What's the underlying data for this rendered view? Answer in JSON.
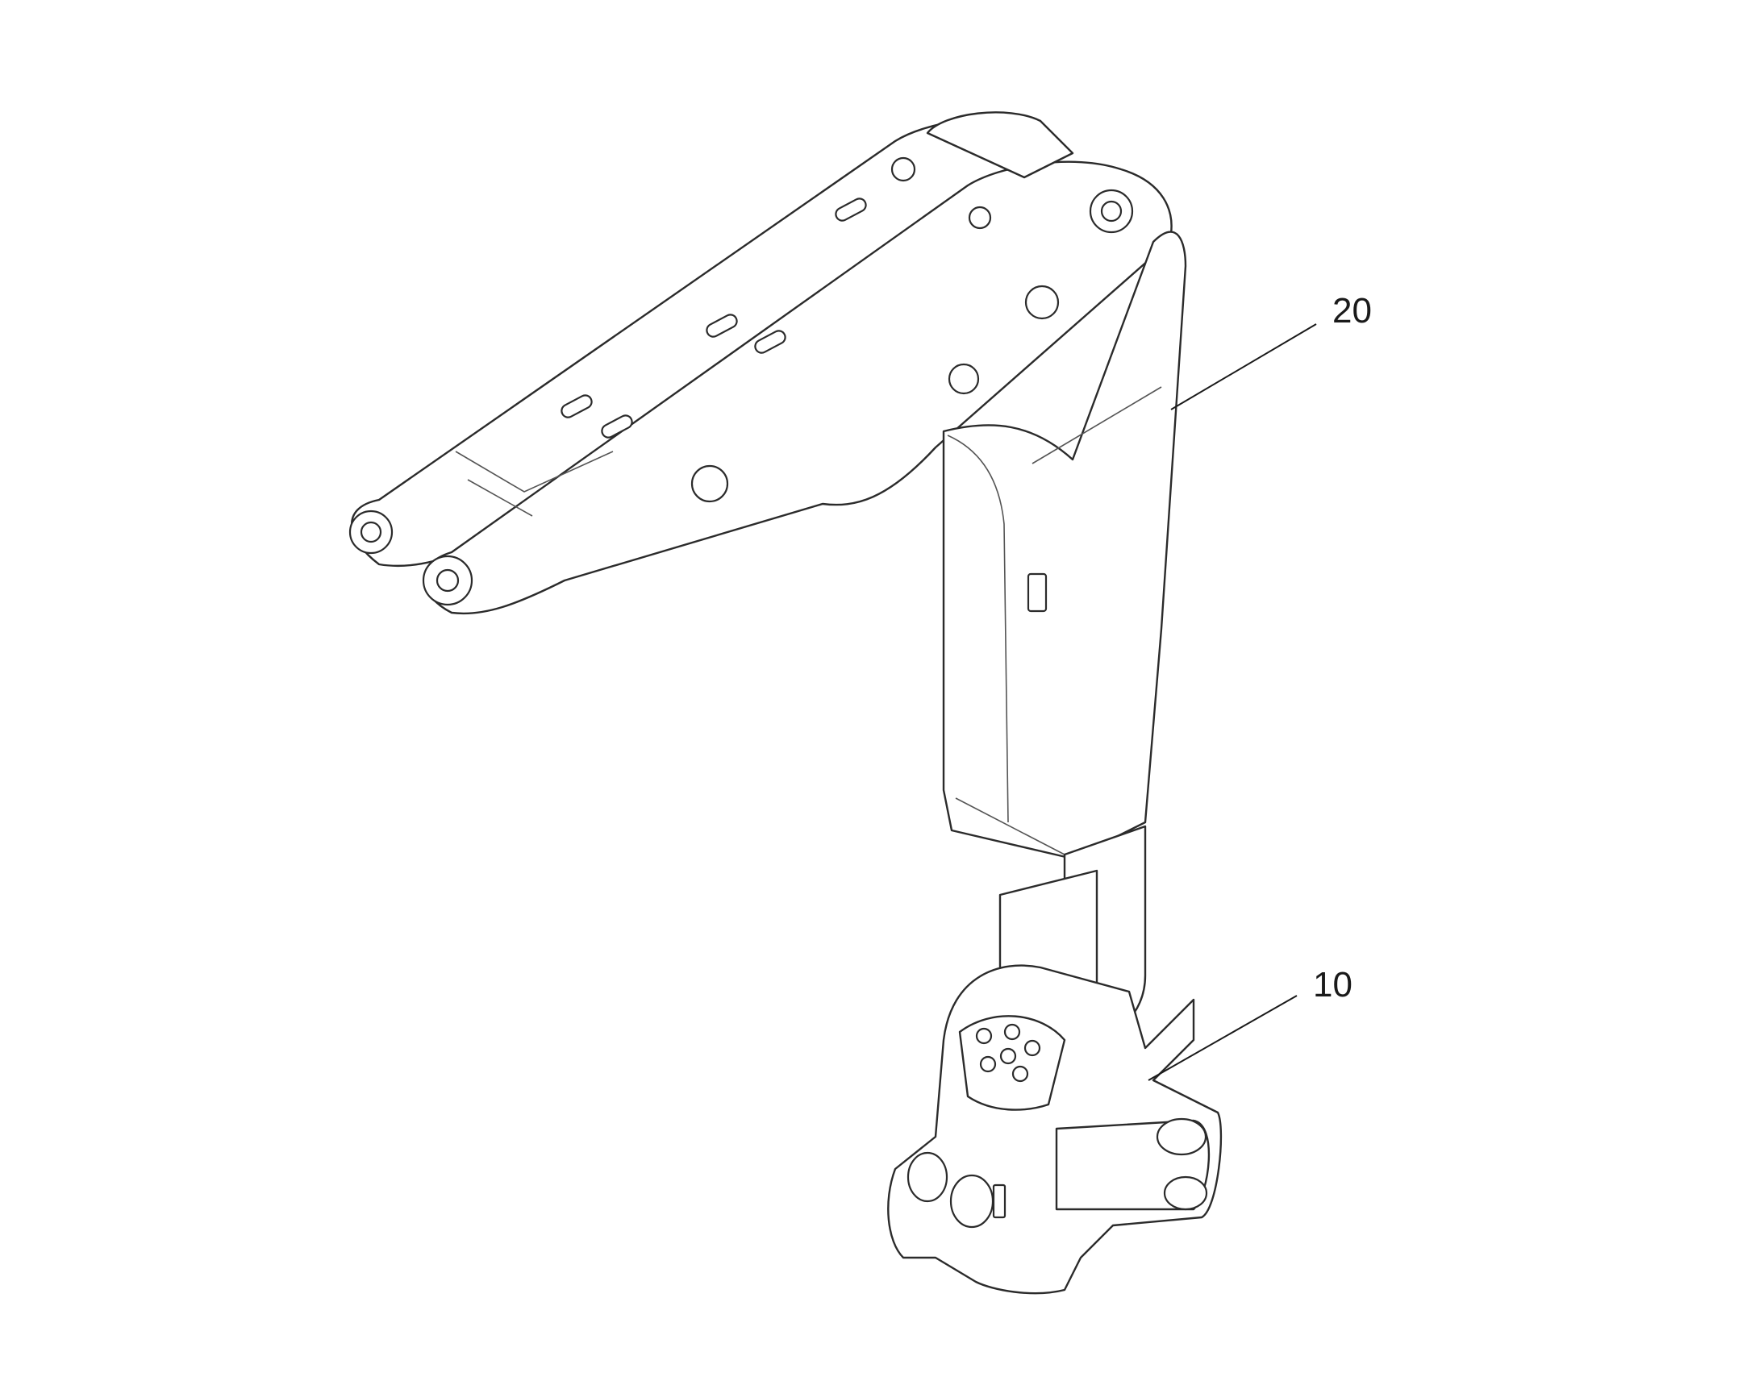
{
  "callouts": [
    {
      "id": "20",
      "text": "20"
    },
    {
      "id": "10",
      "text": "10"
    }
  ],
  "colors": {
    "line": "#2b2b2b",
    "background": "#ffffff"
  }
}
